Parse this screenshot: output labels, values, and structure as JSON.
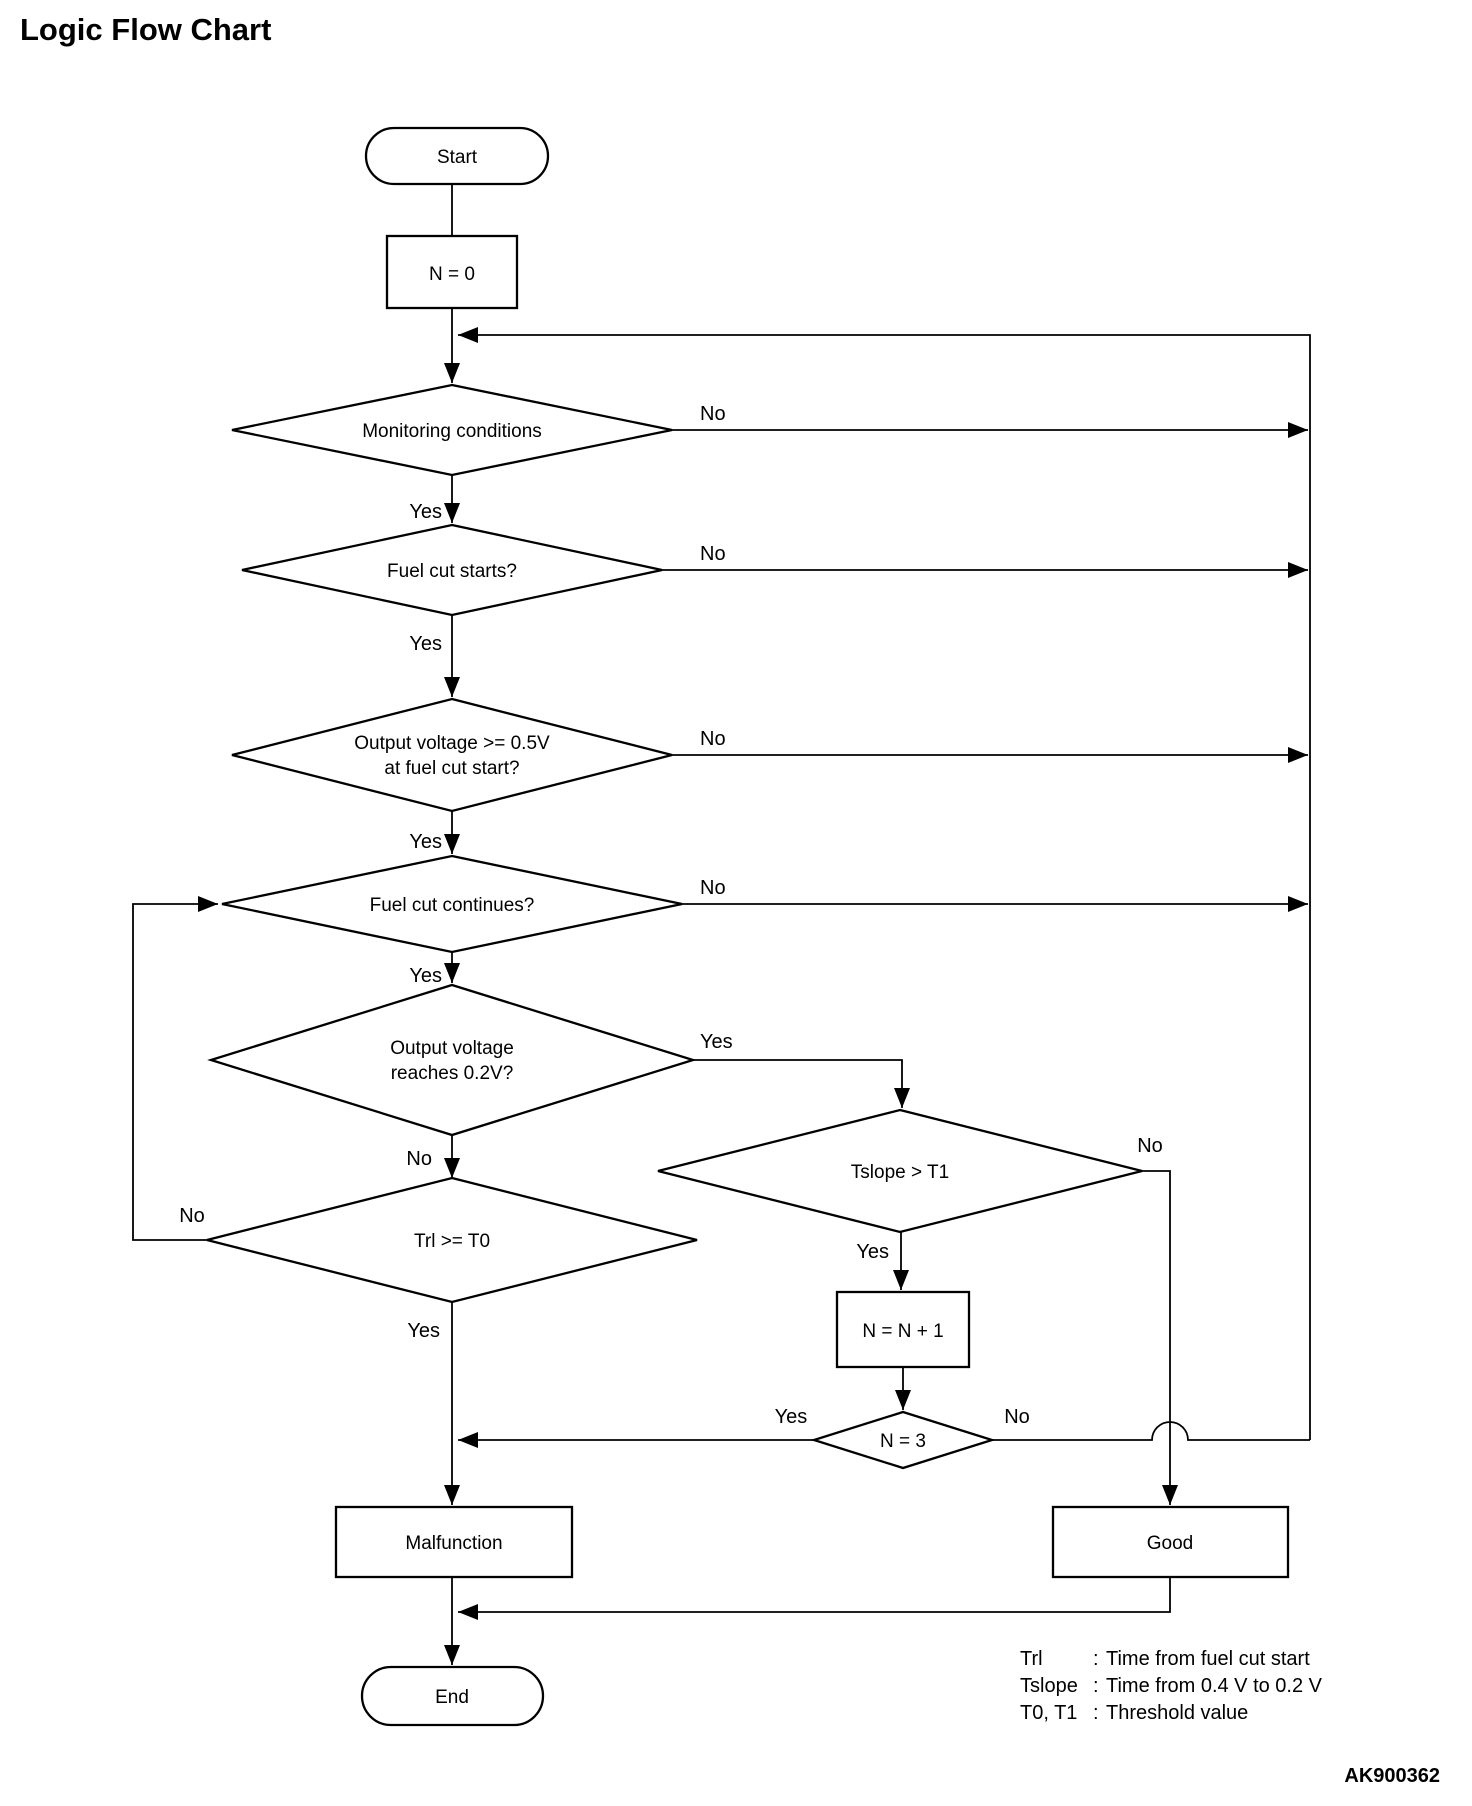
{
  "title": "Logic Flow Chart",
  "figure_code": "AK900362",
  "nodes": {
    "start": {
      "type": "terminator",
      "label": "Start"
    },
    "n_init": {
      "type": "process",
      "label": "N = 0"
    },
    "monitoring": {
      "type": "decision",
      "label": "Monitoring conditions"
    },
    "fuel_cut_starts": {
      "type": "decision",
      "label": "Fuel cut starts?"
    },
    "voltage_at_start": {
      "type": "decision",
      "lines": [
        "Output voltage >= 0.5V",
        "at fuel cut start?"
      ]
    },
    "fuel_cut_continues": {
      "type": "decision",
      "label": "Fuel cut continues?"
    },
    "voltage_reaches": {
      "type": "decision",
      "lines": [
        "Output voltage",
        "reaches 0.2V?"
      ]
    },
    "trl": {
      "type": "decision",
      "label": "Trl >= T0"
    },
    "tslope": {
      "type": "decision",
      "label": "Tslope > T1"
    },
    "n_increment": {
      "type": "process",
      "label": "N = N + 1"
    },
    "n_equals_3": {
      "type": "decision",
      "label": "N = 3"
    },
    "malfunction": {
      "type": "process",
      "label": "Malfunction"
    },
    "good": {
      "type": "process",
      "label": "Good"
    },
    "end": {
      "type": "terminator",
      "label": "End"
    }
  },
  "edges": {
    "monitoring_no": "No",
    "monitoring_yes": "Yes",
    "fuel_cut_starts_no": "No",
    "fuel_cut_starts_yes": "Yes",
    "voltage_at_start_no": "No",
    "voltage_at_start_yes": "Yes",
    "fuel_cut_continues_no": "No",
    "fuel_cut_continues_yes": "Yes",
    "voltage_reaches_yes": "Yes",
    "voltage_reaches_no": "No",
    "trl_no": "No",
    "trl_yes": "Yes",
    "tslope_no": "No",
    "tslope_yes": "Yes",
    "n_equals_3_yes": "Yes",
    "n_equals_3_no": "No"
  },
  "legend": {
    "separator": ":",
    "rows": [
      {
        "term": "Trl",
        "desc": "Time from fuel cut start"
      },
      {
        "term": "Tslope",
        "desc": "Time from 0.4 V to 0.2 V"
      },
      {
        "term": "T0, T1",
        "desc": "Threshold value"
      }
    ]
  },
  "colors": {
    "line": "#000000",
    "text": "#000000",
    "background": "#ffffff"
  }
}
